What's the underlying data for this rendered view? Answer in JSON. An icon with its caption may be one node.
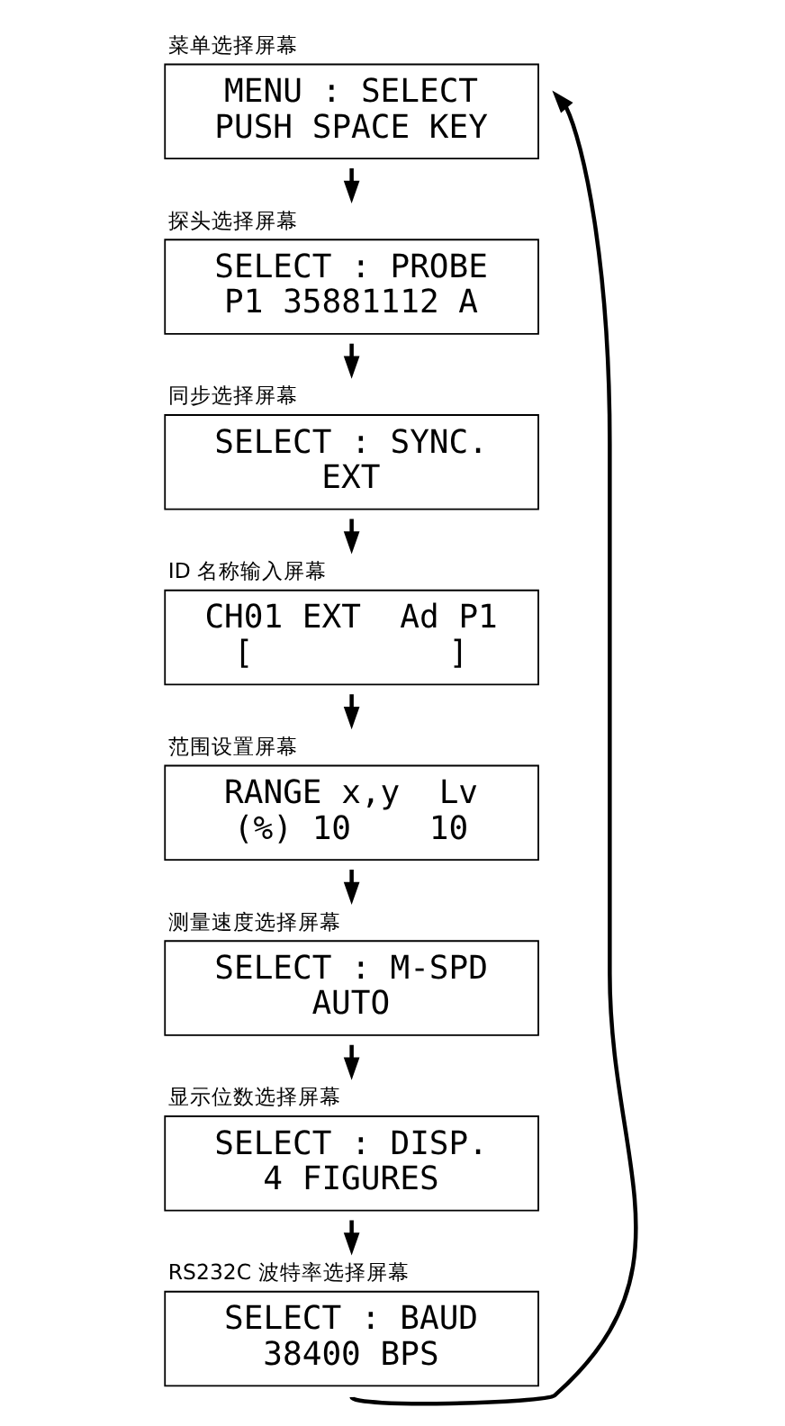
{
  "diagram": {
    "nodes": [
      {
        "text": [
          "菜单选择屏幕",
          "MENU : SELECT",
          "PUSH SPACE KEY"
        ]
      },
      {
        "text": [
          "探头选择屏幕",
          "SELECT : PROBE",
          "P1 35881112 A"
        ]
      },
      {
        "text": [
          "同步选择屏幕",
          "SELECT : SYNC.",
          "EXT"
        ]
      },
      {
        "text": [
          "ID 名称输入屏幕",
          "CH01 EXT  Ad P1",
          "[          ]"
        ]
      },
      {
        "text": [
          "范围设置屏幕",
          "RANGE x,y  Lv",
          "(%) 10    10"
        ]
      },
      {
        "text": [
          "测量速度选择屏幕",
          "SELECT : M-SPD",
          "AUTO"
        ]
      },
      {
        "text": [
          "显示位数选择屏幕",
          "SELECT : DISP.",
          "4 FIGURES"
        ]
      },
      {
        "text": [
          "RS232C 波特率选择屏幕",
          "SELECT : BAUD",
          "38400 BPS"
        ]
      }
    ],
    "edges": [
      {
        "from": 0,
        "to": 1,
        "arrow": "to"
      },
      {
        "from": 1,
        "to": 2,
        "arrow": "to"
      },
      {
        "from": 2,
        "to": 3,
        "arrow": "to"
      },
      {
        "from": 3,
        "to": 4,
        "arrow": "to"
      },
      {
        "from": 4,
        "to": 5,
        "arrow": "to"
      },
      {
        "from": 5,
        "to": 6,
        "arrow": "to"
      },
      {
        "from": 6,
        "to": 7,
        "arrow": "to"
      },
      {
        "from": 7,
        "to": 0,
        "arrow": "to"
      }
    ]
  }
}
